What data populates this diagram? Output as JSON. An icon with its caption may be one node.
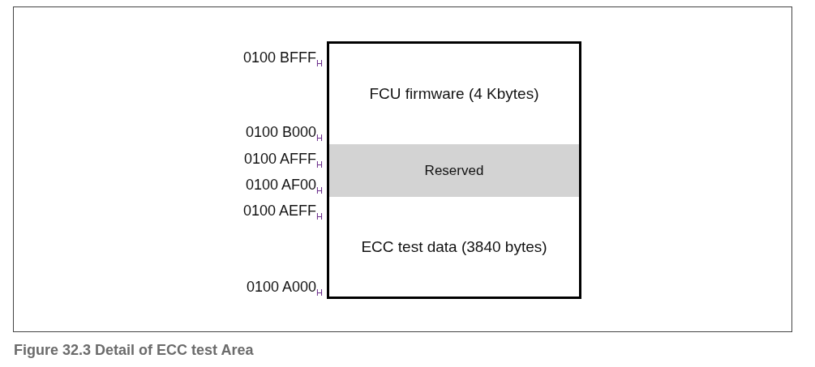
{
  "diagram": {
    "caption": "Figure 32.3 Detail of ECC test Area",
    "nodes": [
      {
        "text": [
          "FCU firmware (4 Kbytes)"
        ]
      },
      {
        "text": [
          "Reserved"
        ]
      },
      {
        "text": [
          "ECC test data (3840 bytes)"
        ]
      }
    ],
    "edges": [],
    "labels": [
      "0100 BFFF$_{H}$",
      "0100 B000$_{H}$",
      "0100 AFFF$_{H}$",
      "0100 AF00$_{H}$",
      "0100 AEFF$_{H}$",
      "0100 A000$_{H}$"
    ]
  }
}
